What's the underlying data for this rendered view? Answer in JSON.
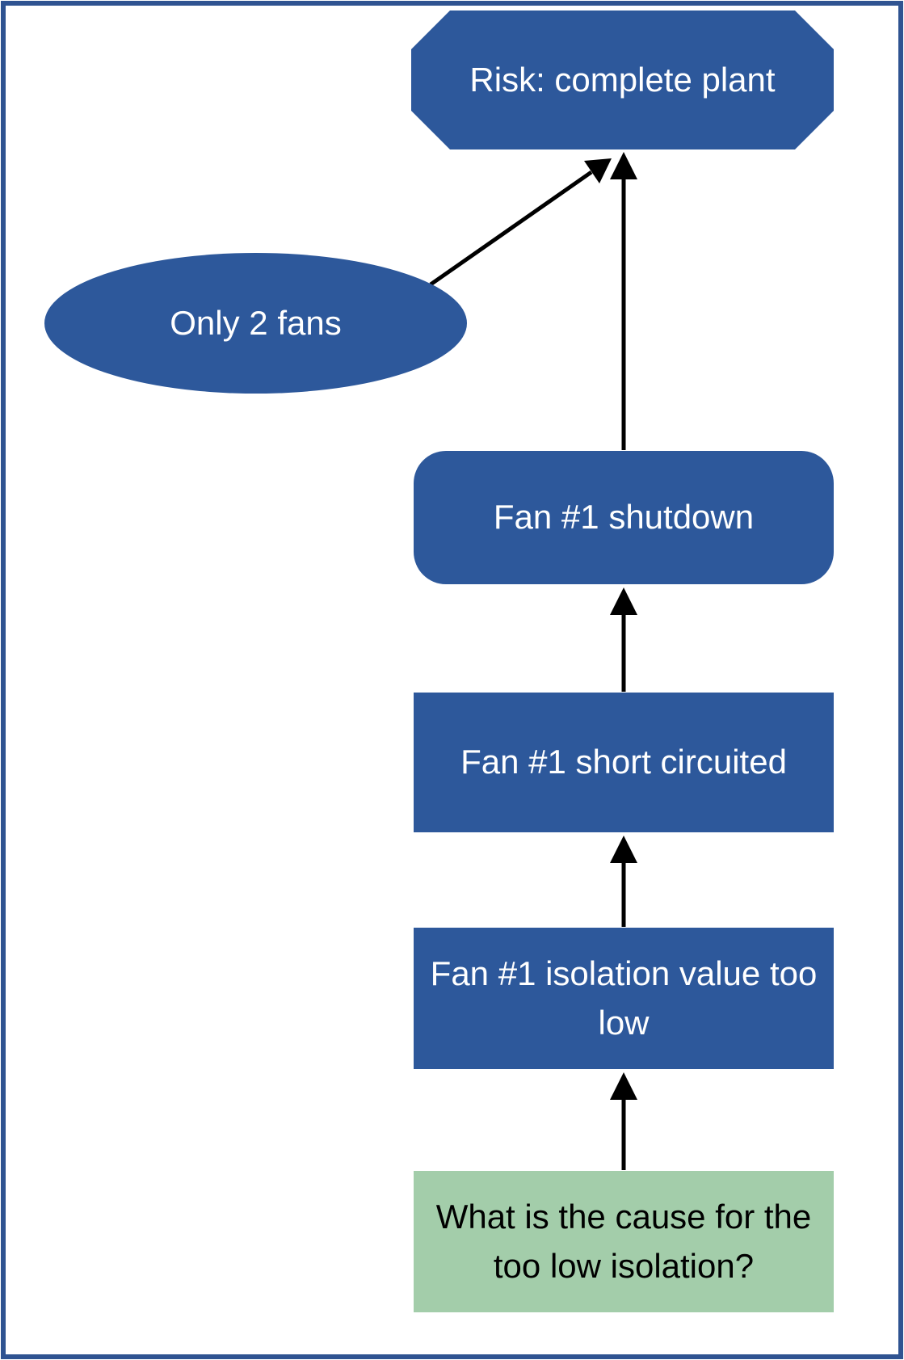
{
  "page": {
    "background": "#ffffff",
    "frame_border_color": "#2f5391"
  },
  "colors": {
    "shape_blue": "#2d589b",
    "question_green": "#a3cdaa",
    "shape_text_white": "#ffffff",
    "question_text_black": "#000000",
    "arrow_black": "#000000"
  },
  "diagram": {
    "risk_octagon": {
      "shape": "octagon",
      "label": "Risk: complete plant"
    },
    "only_fans_ellipse": {
      "shape": "ellipse",
      "label": "Only 2 fans"
    },
    "fan_shutdown_box": {
      "shape": "rounded-rectangle",
      "label": "Fan #1 shutdown"
    },
    "fan_short_circuited_box": {
      "shape": "rectangle",
      "label": "Fan #1 short circuited"
    },
    "fan_isolation_box": {
      "shape": "rectangle",
      "label": "Fan #1 isolation value too low"
    },
    "question_box": {
      "shape": "rectangle",
      "label": "What is the cause for the too low isolation?"
    }
  },
  "arrows": [
    {
      "name": "arrow-shutdown-to-risk",
      "direction": "up",
      "from": "fan_shutdown_box",
      "to": "risk_octagon"
    },
    {
      "name": "arrow-ellipse-to-risk",
      "direction": "diagonal-up-right",
      "from": "only_fans_ellipse",
      "to": "risk_octagon"
    },
    {
      "name": "arrow-short-to-shutdown",
      "direction": "up",
      "from": "fan_short_circuited_box",
      "to": "fan_shutdown_box"
    },
    {
      "name": "arrow-isolation-to-short",
      "direction": "up",
      "from": "fan_isolation_box",
      "to": "fan_short_circuited_box"
    },
    {
      "name": "arrow-question-to-isolation",
      "direction": "up",
      "from": "question_box",
      "to": "fan_isolation_box"
    }
  ]
}
